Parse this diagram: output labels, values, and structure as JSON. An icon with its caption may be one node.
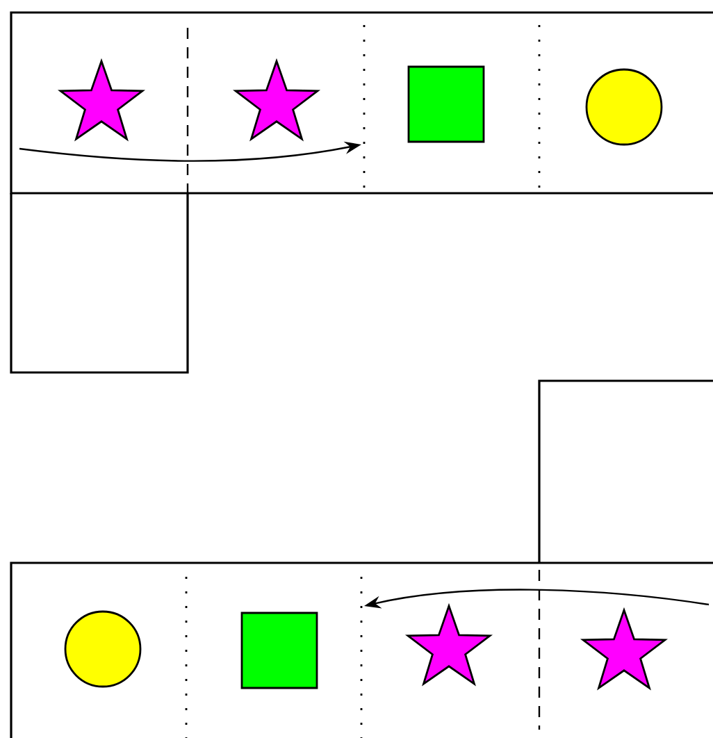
{
  "diagram": {
    "nodes": [
      {
        "text": [],
        "shape": "star"
      },
      {
        "text": [],
        "shape": "star"
      },
      {
        "text": [],
        "shape": "box"
      },
      {
        "text": [],
        "shape": "circle"
      },
      {
        "text": [],
        "shape": "circle"
      },
      {
        "text": [],
        "shape": "box"
      },
      {
        "text": [],
        "shape": "star"
      },
      {
        "text": [],
        "shape": "star"
      }
    ]
  }
}
